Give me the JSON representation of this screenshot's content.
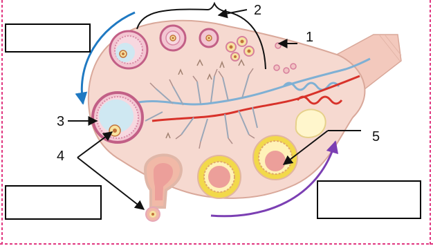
{
  "labels": {
    "n1": "1",
    "n2": "2",
    "n3": "3",
    "n4": "4",
    "n5": "5"
  },
  "colors": {
    "ovary_fill": "#f6d9d0",
    "ovary_stroke": "#d9a89a",
    "artery": "#d8322a",
    "vein": "#7fb0d4",
    "follicle_ring": "#c25f86",
    "antrum": "#cfe8f2",
    "corpus_luteum": "#f2d94a",
    "blue_arrow": "#1f79c2",
    "purple_arrow": "#7b3fb3",
    "border_dash": "#e0357f"
  }
}
